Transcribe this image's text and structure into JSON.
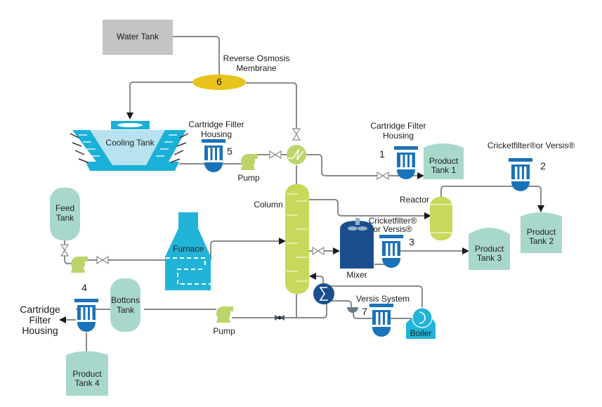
{
  "title": "Process Flow Diagram",
  "colors": {
    "pipe": "#8a8a8a",
    "water_tank": "#c4c4c4",
    "membrane": "#e8c31c",
    "cooling_tank_light": "#b8e2ef",
    "cooling_tank_dark": "#1ab0d8",
    "filter_blue": "#1a72b8",
    "filter_dark": "#1a5aa0",
    "pump_green": "#bcd46a",
    "column_green": "#c8d85a",
    "product_tank": "#a8d8cc",
    "furnace": "#22b4d8",
    "mixer": "#1b4e8f",
    "boiler": "#22b4d8",
    "exchanger_dark": "#1b4e8f",
    "arrow": "#1a1a1a"
  },
  "equipment": {
    "water_tank": "Water Tank",
    "ro_membrane": {
      "label_line1": "Reverse Osmosis",
      "label_line2": "Membrane",
      "number": "6"
    },
    "cooling_tank": "Cooling Tank",
    "filter_5": {
      "label_line1": "Cartridge Filter",
      "label_line2": "Housing",
      "number": "5"
    },
    "pump_top": "Pump",
    "filter_1": {
      "label_line1": "Cartridge Filter",
      "label_line2": "Housing",
      "number": "1"
    },
    "product_tank_1": {
      "line1": "Product",
      "line2": "Tank 1"
    },
    "filter_2": {
      "label": "Cricketfilter®or Versis®",
      "number": "2"
    },
    "reactor": "Reactor",
    "product_tank_2": {
      "line1": "Product",
      "line2": "Tank 2"
    },
    "column": "Column",
    "feed_tank": {
      "line1": "Feed",
      "line2": "Tank"
    },
    "furnace": "Furnace",
    "mixer": "Mixer",
    "filter_3": {
      "label_line1": "Cricketfilter®",
      "label_line2": "or Versis®",
      "number": "3"
    },
    "product_tank_3": {
      "line1": "Product",
      "line2": "Tank 3"
    },
    "filter_4": {
      "number": "4"
    },
    "cartridge_outlet": {
      "line1": "Cartridge",
      "line2": "Filter",
      "line3": "Housing"
    },
    "bottoms_tank": {
      "line1": "Bottons",
      "line2": "Tank"
    },
    "pump_bottom": "Pump",
    "versis_system": {
      "label": "Versis System",
      "number": "7"
    },
    "boiler": "Boiler",
    "product_tank_4": {
      "line1": "Product",
      "line2": "Tank 4"
    }
  }
}
